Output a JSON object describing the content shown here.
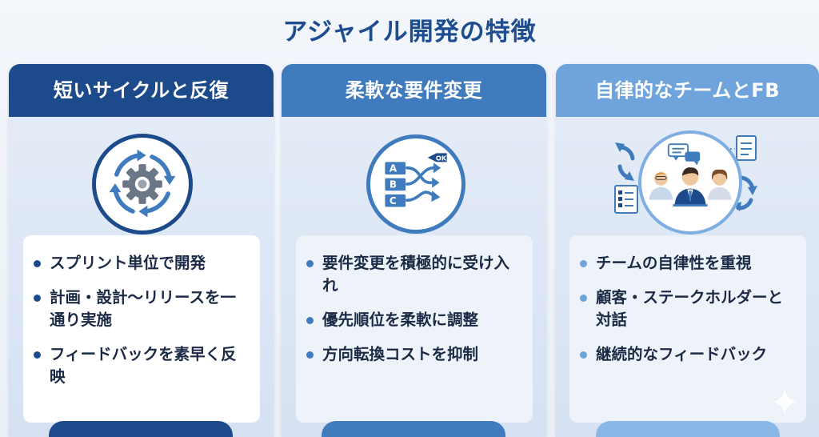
{
  "title": "アジャイル開発の特徴",
  "cards": [
    {
      "header": "短いサイクルと反復",
      "icon": "gear-cycle-icon",
      "color": "#1d4a8a",
      "bullets": [
        "スプリント単位で開発",
        "計画・設計〜リリースを一通り実施",
        "フィードバックを素早く反映"
      ]
    },
    {
      "header": "柔軟な要件変更",
      "icon": "flow-choice-icon",
      "color": "#3f7bbd",
      "icon_labels": [
        "A",
        "B",
        "C",
        "OK"
      ],
      "bullets": [
        "要件変更を積極的に受け入れ",
        "優先順位を柔軟に調整",
        "方向転換コストを抑制"
      ]
    },
    {
      "header": "自律的なチームとFB",
      "icon": "team-icon",
      "color": "#6ea3dc",
      "bullets": [
        "チームの自律性を重視",
        "顧客・ステークホルダーと対話",
        "継続的なフィードバック"
      ]
    }
  ],
  "background_color": "#eef3fa",
  "sparkle_icon": "sparkle-icon"
}
